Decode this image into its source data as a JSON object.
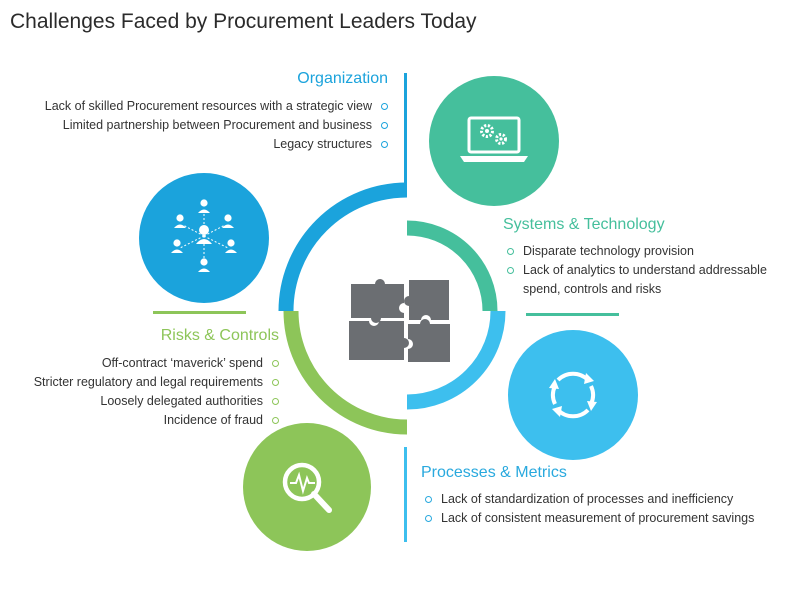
{
  "title": "Challenges Faced by Procurement Leaders Today",
  "colors": {
    "blue": "#1ba3dc",
    "teal": "#45bf9c",
    "green": "#8dc559",
    "light_blue": "#3dbfee",
    "puzzle": "#6b6e72",
    "title_text": "#2b2b2b"
  },
  "sections": [
    {
      "id": "organization",
      "heading": "Organization",
      "color": "#1ba3dc",
      "icon": "people-network-icon",
      "items": [
        "Lack of skilled Procurement resources with a strategic view",
        "Limited partnership between Procurement and business",
        "Legacy structures"
      ]
    },
    {
      "id": "systems",
      "heading": "Systems & Technology",
      "color": "#45bf9c",
      "icon": "laptop-gears-icon",
      "items": [
        "Disparate technology provision",
        "Lack of analytics to understand addressable spend, controls and risks"
      ]
    },
    {
      "id": "risks",
      "heading": "Risks & Controls",
      "color": "#8dc559",
      "icon": "magnifier-pulse-icon",
      "items": [
        "Off-contract ‘maverick’ spend",
        "Stricter regulatory and legal requirements",
        "Loosely delegated authorities",
        "Incidence of fraud"
      ]
    },
    {
      "id": "processes",
      "heading": "Processes & Metrics",
      "color": "#3dbfee",
      "icon": "cycle-arrows-icon",
      "items": [
        "Lack of standardization of processes and inefficiency",
        "Lack of consistent measurement of procurement savings"
      ]
    }
  ],
  "center_icon": "puzzle-icon"
}
